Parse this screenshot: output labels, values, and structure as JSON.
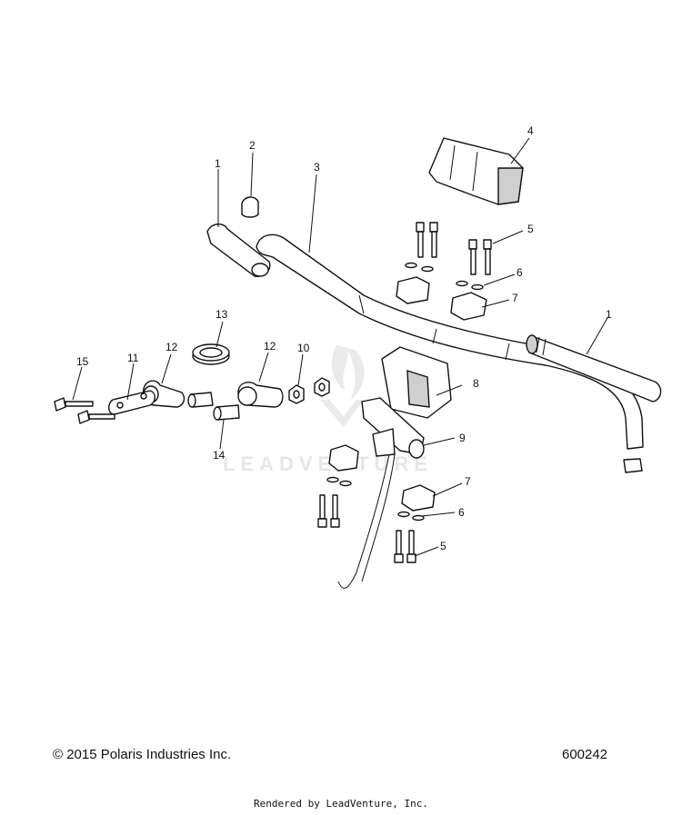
{
  "callouts": {
    "c1a": "1",
    "c2": "2",
    "c3": "3",
    "c4": "4",
    "c5a": "5",
    "c6a": "6",
    "c7a": "7",
    "c1b": "1",
    "c13": "13",
    "c12a": "12",
    "c12b": "12",
    "c10": "10",
    "c11": "11",
    "c15": "15",
    "c8": "8",
    "c14": "14",
    "c9": "9",
    "c7b": "7",
    "c6b": "6",
    "c5b": "5"
  },
  "watermark": {
    "text": "LEADVENTURE"
  },
  "footer": {
    "copyright": "© 2015 Polaris Industries Inc.",
    "drawing_number": "600242",
    "rendered_by": "Rendered by LeadVenture, Inc."
  },
  "colors": {
    "line": "#111111",
    "watermark": "#e4e4e4",
    "background": "#ffffff"
  }
}
